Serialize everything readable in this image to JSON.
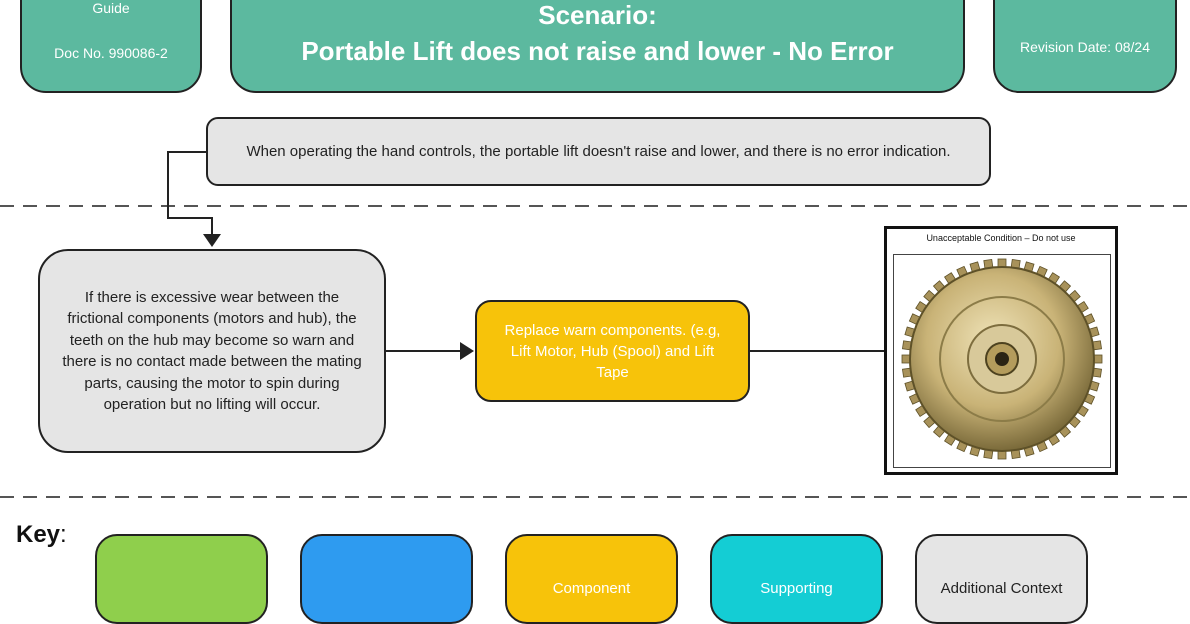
{
  "header": {
    "left": {
      "line1": "Guide",
      "line2": "Doc No. 990086-2"
    },
    "center": {
      "line1": "Scenario:",
      "line2": "Portable Lift does not raise and lower - No Error"
    },
    "right": {
      "text": "Revision Date: 08/24"
    }
  },
  "flow": {
    "problem": "When operating the hand controls, the portable lift doesn't raise and lower, and there is no error indication.",
    "cause": "If there is excessive wear between the frictional components (motors and hub), the teeth on the hub may become so warn and there is no contact made between the mating parts, causing the motor to spin during operation but no lifting will occur.",
    "action": "Replace warn components. (e.g, Lift Motor, Hub (Spool) and Lift Tape",
    "photo_caption": "Unacceptable Condition – Do not use"
  },
  "key": {
    "title": "Key",
    "items": [
      {
        "label": "",
        "color": "#8fcf4c"
      },
      {
        "label": "",
        "color": "#2e9bf0"
      },
      {
        "label": "Component",
        "color": "#f7c30a"
      },
      {
        "label": "Supporting",
        "color": "#14cdd4"
      },
      {
        "label": "Additional Context",
        "color": "#e5e5e5"
      }
    ]
  },
  "colors": {
    "header_teal": "#5cb99f",
    "context_grey": "#e5e5e5",
    "action_yellow": "#f7c30a"
  }
}
